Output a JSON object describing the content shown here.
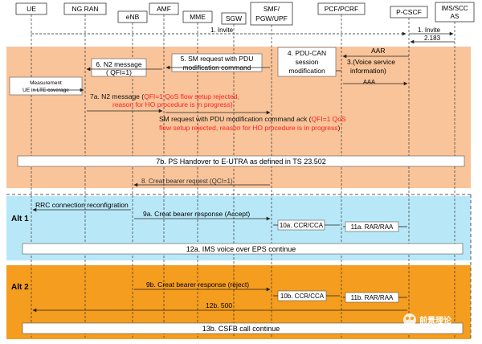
{
  "entities": [
    {
      "id": "ue",
      "label": "UE"
    },
    {
      "id": "ngran",
      "label": "NG RAN"
    },
    {
      "id": "enb",
      "label": "eNB"
    },
    {
      "id": "amf",
      "label": "AMF"
    },
    {
      "id": "mme",
      "label": "MME"
    },
    {
      "id": "sgw",
      "label": "SGW"
    },
    {
      "id": "smf",
      "label1": "SMF/",
      "label2": "PGW/UPF"
    },
    {
      "id": "pcf",
      "label": "PCF/PCRF"
    },
    {
      "id": "pcscf",
      "label": "P-CSCF"
    },
    {
      "id": "ims",
      "label1": "IMS/SCC",
      "label2": "AS"
    }
  ],
  "colors": {
    "peach": "#f9c49a",
    "light_blue": "#b8e8f8",
    "orange": "#f59d1e",
    "red_text": "#ff2020",
    "line": "#222222"
  },
  "messages": {
    "invite1": "1. Invite",
    "invite2": "1. Invite",
    "m2183": "2.183",
    "aar": "AAR",
    "m3a": "3.(Voice service",
    "m3b": "information)",
    "aaa": "AAA",
    "m4a": "4. PDU-CAN",
    "m4b": "session",
    "m4c": "modification",
    "m5a": "5. SM request with PDU",
    "m5b": "modification command",
    "m6a": "6. N2 message",
    "m6b": "( QFI=1)",
    "meas1": "Measurement",
    "meas2": "UE in LTE coverage",
    "m7a_black": "7a. N2 message (",
    "m7a_red1": "QFI=1 QoS flow setup rejected,",
    "m7a_red2": "reason for HO procedure is in progress)",
    "sm_ack_black": "SM request with PDU modification command ack (",
    "sm_ack_red1": "QFI=1 QoS",
    "sm_ack_red2": "flow setup rejected, reason for HO procedure is in progress",
    "sm_ack_close": ")",
    "m7b": "7b. PS Handover to E-UTRA as defined in TS 23.502",
    "m8": "8. Creat bearer request (QCI=1)",
    "rrc": "RRC connection reconfigration",
    "alt1": "Alt 1",
    "m9a": "9a. Creat bearer response (Accept)",
    "m10a": "10a. CCR/CCA",
    "m11a": "11a. RAR/RAA",
    "m12a": "12a. IMS voice over EPS continue",
    "alt2": "Alt 2",
    "m9b": "9b. Creat bearer response (reject)",
    "m10b": "10b. CCR/CCA",
    "m11b": "11b. RAR/RAA",
    "m12b": "12b. 500",
    "m13b": "13b. CSFB call continue"
  },
  "watermark": "前景理论"
}
